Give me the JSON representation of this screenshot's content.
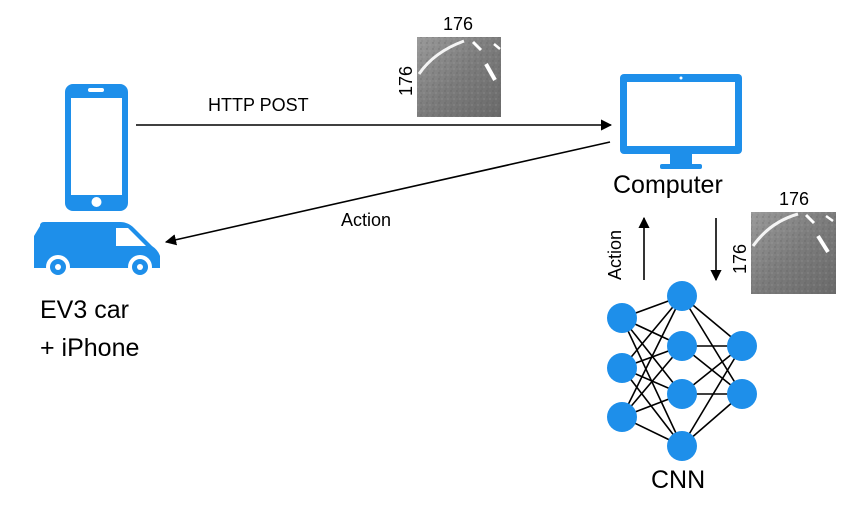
{
  "nodes": {
    "phone_car": {
      "label_line1": "EV3 car",
      "label_line2": "+ iPhone",
      "icons": [
        "smartphone-icon",
        "van-icon"
      ]
    },
    "computer": {
      "label": "Computer",
      "icon": "monitor-icon"
    },
    "cnn": {
      "label": "CNN",
      "icon": "neural-network-icon",
      "layers": [
        3,
        4,
        2
      ]
    }
  },
  "edges": {
    "http_post": {
      "label": "HTTP POST",
      "from": "phone_car",
      "to": "computer"
    },
    "action_to_car": {
      "label": "Action",
      "from": "computer",
      "to": "phone_car"
    },
    "action_up": {
      "label": "Action",
      "from": "cnn",
      "to": "computer"
    },
    "image_down": {
      "from": "computer",
      "to": "cnn"
    }
  },
  "images": {
    "top": {
      "width_label": "176",
      "height_label": "176"
    },
    "right": {
      "width_label": "176",
      "height_label": "176"
    }
  },
  "colors": {
    "accent": "#2196F3",
    "node": "#1E8FEA",
    "line": "#000000"
  }
}
